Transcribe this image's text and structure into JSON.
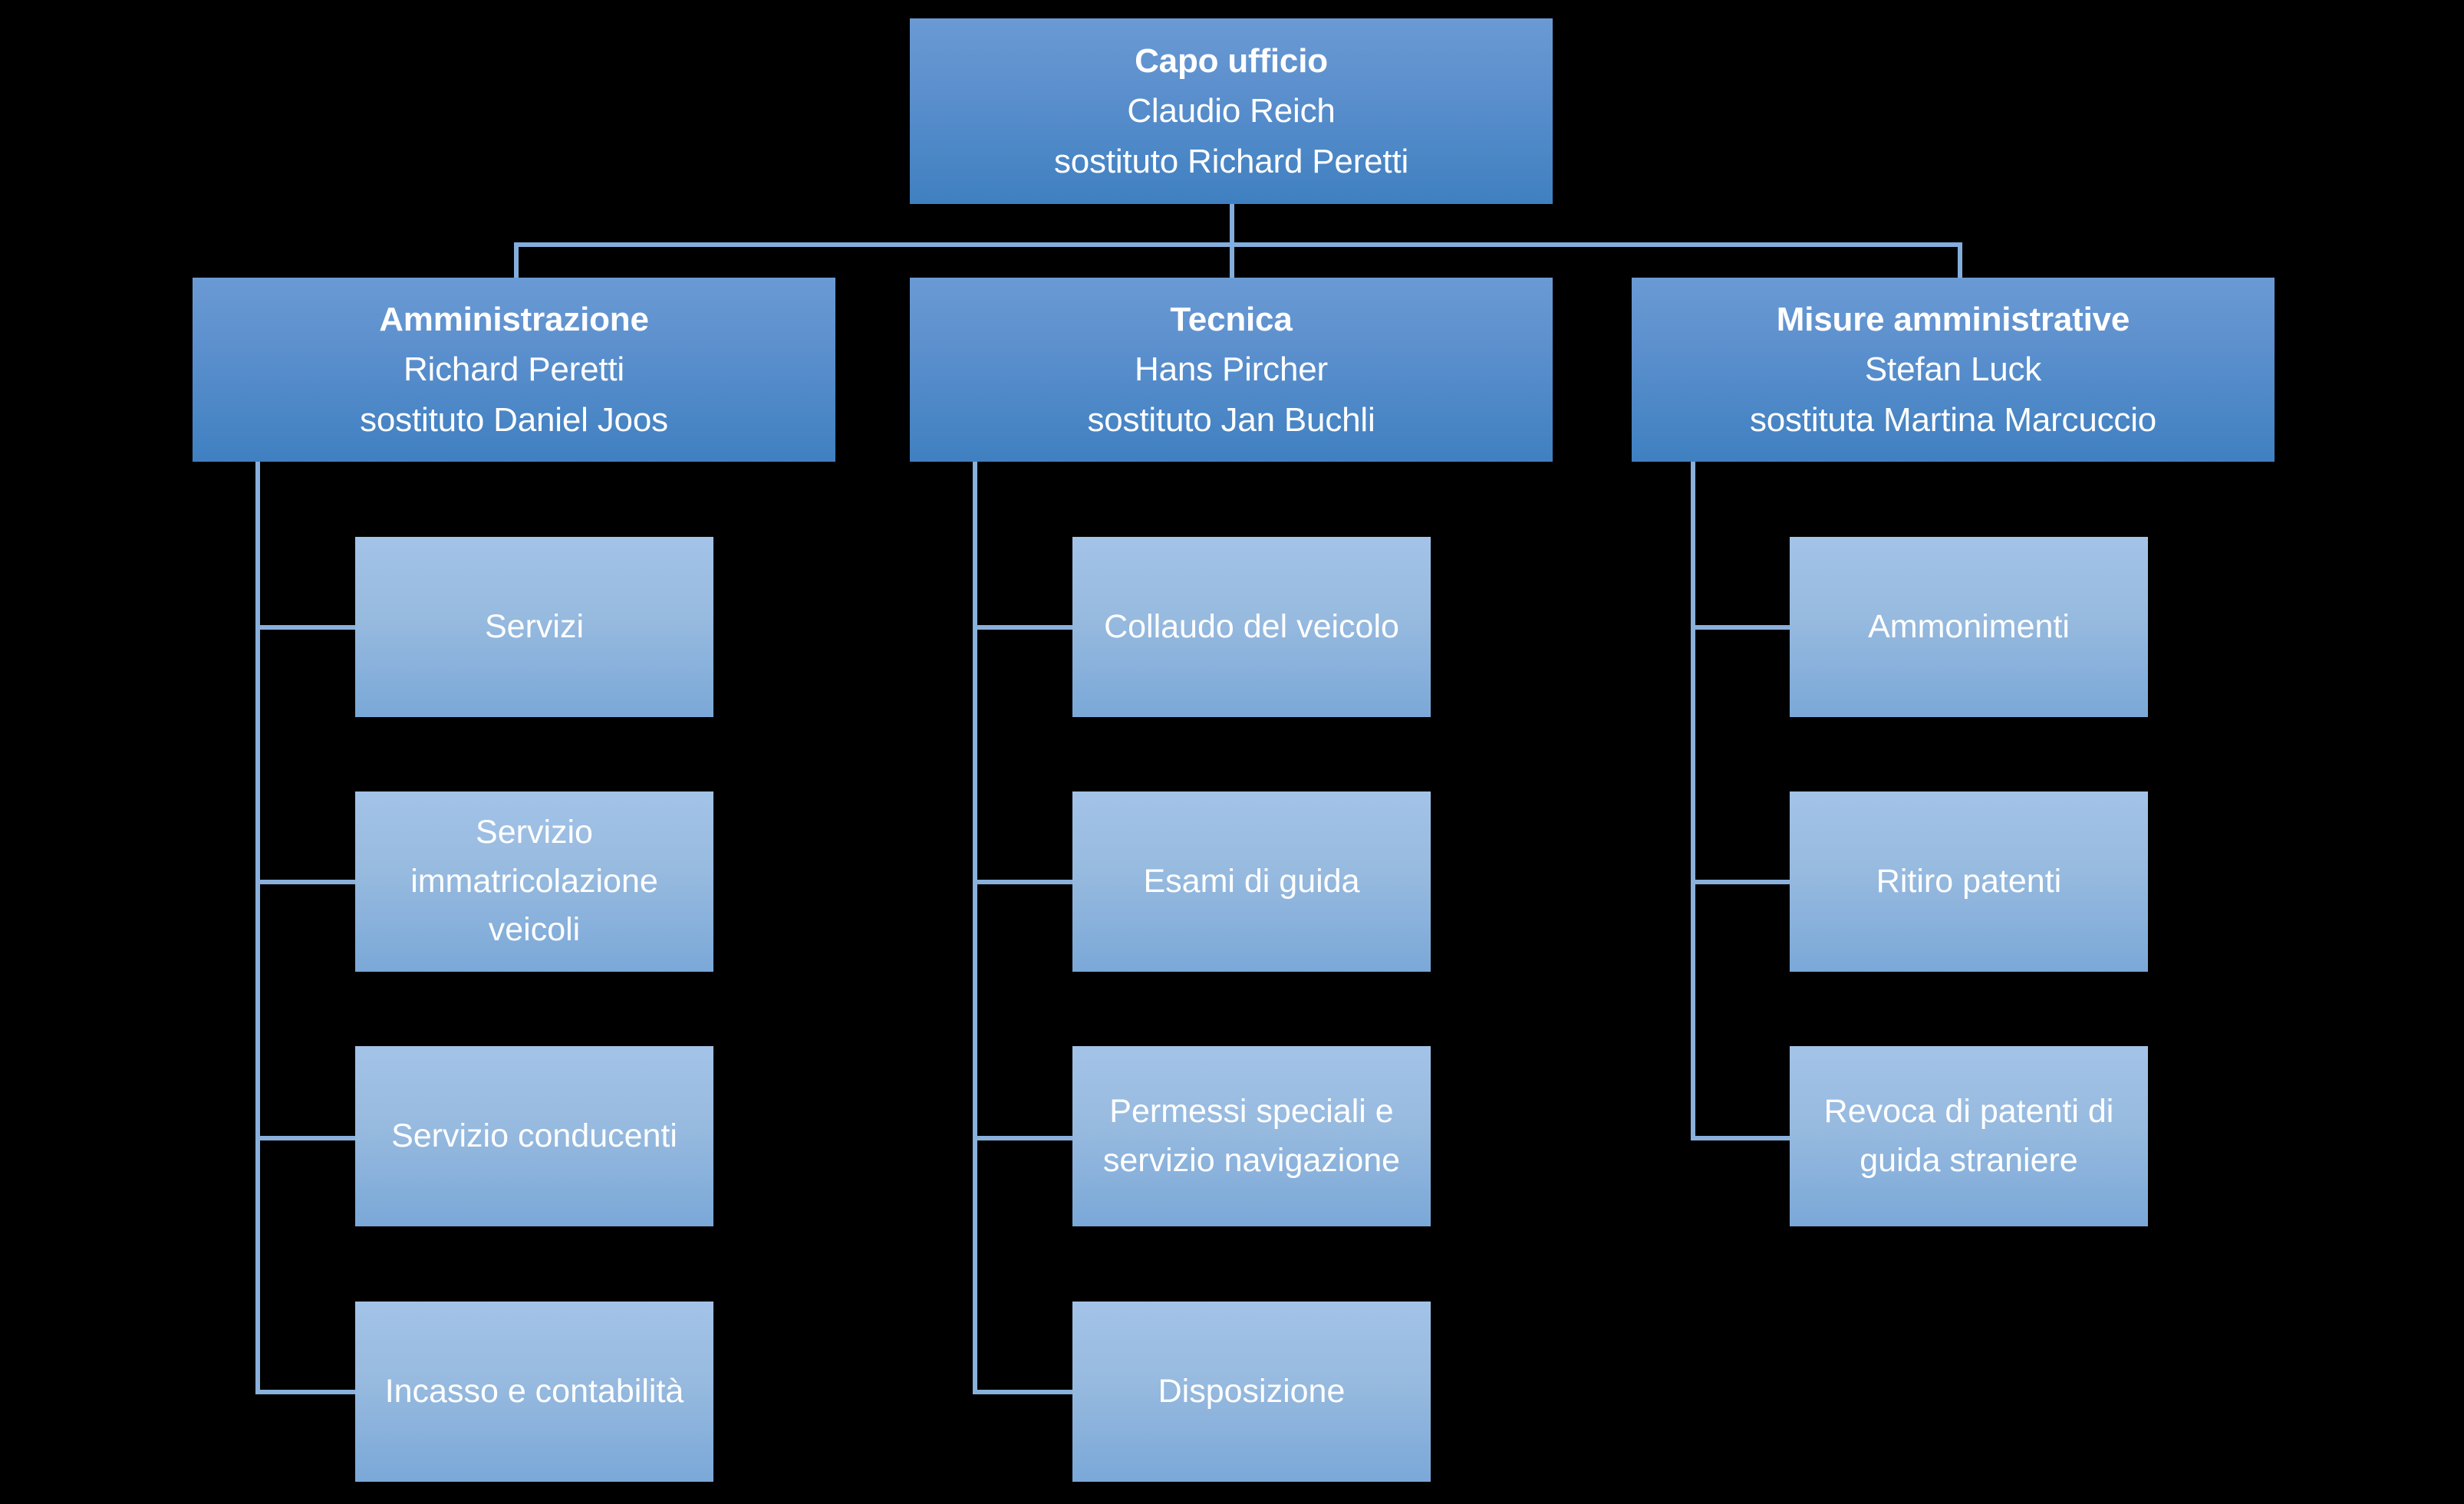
{
  "chart_type": "organization-chart",
  "background_color": "#000000",
  "colors": {
    "department_box_top": "#6a9ad4",
    "department_box_bottom": "#3f80c1",
    "leaf_box_top": "#a3c3e8",
    "leaf_box_bottom": "#7aa8d8",
    "connector": "#83aedd",
    "text": "#ffffff"
  },
  "root": {
    "title": "Capo ufficio",
    "name": "Claudio Reich",
    "deputy": "sostituto Richard Peretti"
  },
  "departments": [
    {
      "title": "Amministrazione",
      "name": "Richard Peretti",
      "deputy": "sostituto Daniel Joos",
      "units": [
        {
          "label": "Servizi"
        },
        {
          "label": "Servizio immatricolazione veicoli"
        },
        {
          "label": "Servizio conducenti"
        },
        {
          "label": "Incasso e contabilità"
        }
      ]
    },
    {
      "title": "Tecnica",
      "name": "Hans Pircher",
      "deputy": "sostituto Jan Buchli",
      "units": [
        {
          "label": "Collaudo del veicolo"
        },
        {
          "label": "Esami di guida"
        },
        {
          "label": "Permessi speciali e servizio navigazione"
        },
        {
          "label": "Disposizione"
        }
      ]
    },
    {
      "title": "Misure amministrative",
      "name": "Stefan Luck",
      "deputy": "sostituta Martina Marcuccio",
      "units": [
        {
          "label": "Ammonimenti"
        },
        {
          "label": "Ritiro patenti"
        },
        {
          "label": "Revoca di patenti di guida straniere"
        }
      ]
    }
  ]
}
